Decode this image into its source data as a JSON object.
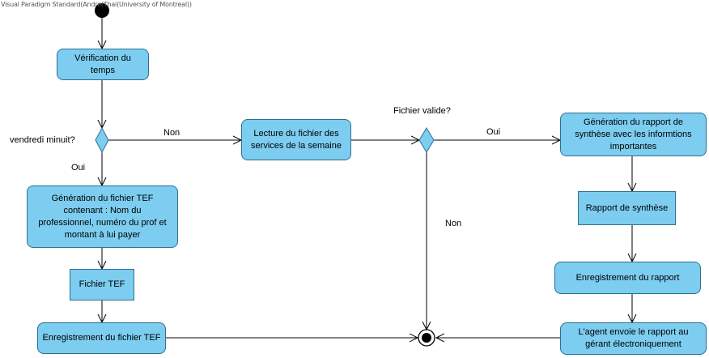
{
  "watermark": "Visual Paradigm Standard(Andre(Thai(University of Montreal))",
  "colors": {
    "node_fill": "#7ccdf0",
    "node_border": "#2f6f8f",
    "edge": "#000000"
  },
  "nodes": {
    "verification": "Vérification du temps",
    "lecture": "Lecture du fichier des services de la semaine",
    "generation_tef": "Génération du fichier TEF contenant : Nom du professionnel, numéro du prof et montant à lui payer",
    "fichier_tef": "Fichier TEF",
    "enregistrement_tef": "Enregistrement du fichier TEF",
    "generation_rapport": "Génération du rapport de synthèse avec les informtions importantes",
    "rapport_synthese": "Rapport de synthèse",
    "enregistrement_rapport": "Enregistrement du rapport",
    "agent_envoie": "L'agent envoie le rapport au gérant électroniquement"
  },
  "decisions": {
    "vendredi": "vendredi minuit?",
    "fichier_valide": "Fichier valide?"
  },
  "guards": {
    "non_1": "Non",
    "oui_1": "Oui",
    "oui_2": "Oui",
    "non_2": "Non"
  },
  "icons": [
    "initial-node",
    "final-node",
    "decision-diamond"
  ]
}
